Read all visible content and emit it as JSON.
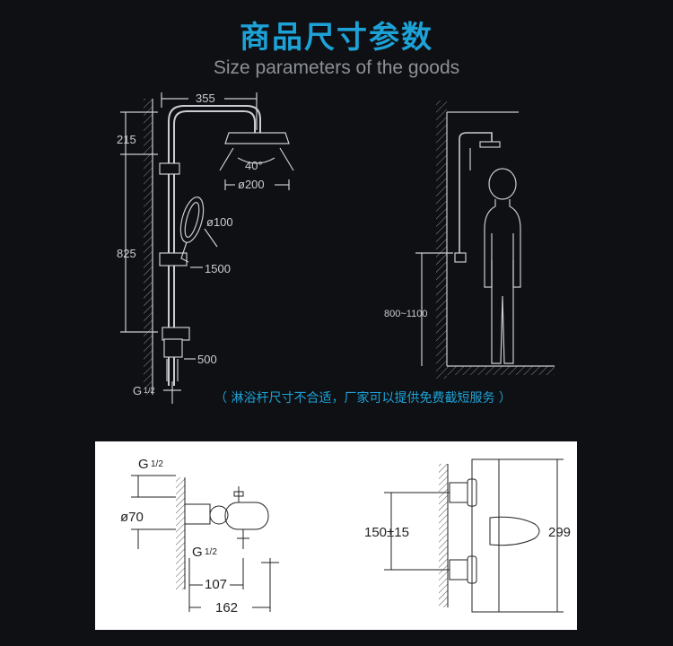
{
  "header": {
    "title": "商品尺寸参数",
    "subtitle": "Size parameters of the goods"
  },
  "shower_diagram": {
    "dim_width": "355",
    "dim_top": "215",
    "dim_height": "825",
    "angle": "40°",
    "head_diameter": "ø200",
    "hand_diameter": "ø100",
    "dim_hand": "1500",
    "dim_valve": "500",
    "thread": "G",
    "thread_frac": "1/2"
  },
  "install_diagram": {
    "height_range": "800~1100"
  },
  "note": "（ 淋浴杆尺寸不合适，厂家可以提供免费截短服务 ）",
  "valve_diagram": {
    "thread_top": "G",
    "thread_top_frac": "1/2",
    "diameter": "ø70",
    "thread_bottom": "G",
    "thread_bottom_frac": "1/2",
    "dim_107": "107",
    "dim_162": "162",
    "spacing": "150±15",
    "length": "299"
  },
  "colors": {
    "accent": "#1da2d8",
    "lines": "#c9ccd1",
    "background": "#0e1013",
    "panel": "#ffffff"
  }
}
